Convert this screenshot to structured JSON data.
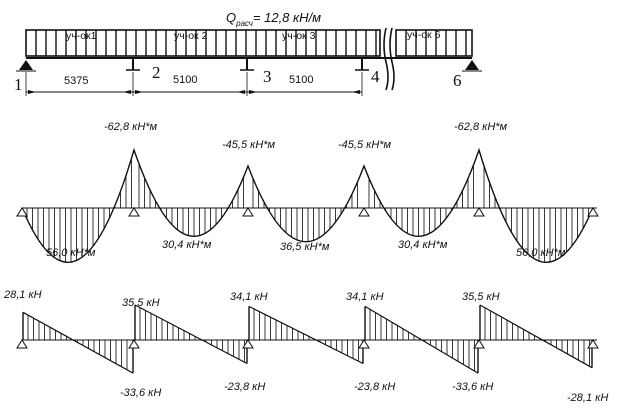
{
  "beam": {
    "load_label": "Q",
    "load_sub": "расч",
    "load_value": "=  12,8 кН/м",
    "segments": [
      "уч-ок1",
      "уч-ок  2",
      "уч-ок 3",
      "уч-ок 6"
    ],
    "supports": [
      "1",
      "2",
      "3",
      "4",
      "6"
    ],
    "spans": [
      "5375",
      "5100",
      "5100"
    ]
  },
  "moment": {
    "support_labels": [
      "-62,8  кН*м",
      "-45,5 кН*м",
      "-45,5 кН*м",
      "-62,8  кН*м"
    ],
    "span_labels": [
      "56,0 кН*м",
      "30,4 кН*м",
      "36,5 кН*м",
      "30,4 кН*м",
      "56,0 кН*м"
    ],
    "support_values": [
      0,
      -62.8,
      -45.5,
      -45.5,
      -62.8,
      0
    ],
    "span_values": [
      56.0,
      30.4,
      36.5,
      30.4,
      56.0
    ]
  },
  "shear": {
    "top_labels": [
      "28,1 кН",
      "35,5 кН",
      "34,1 кН",
      "34,1 кН",
      "35,5 кН"
    ],
    "bottom_labels": [
      "-33,6 кН",
      "-23,8 кН",
      "-23,8 кН",
      "-33,6 кН",
      "-28,1 кН"
    ],
    "left_values": [
      28.1,
      35.5,
      34.1,
      34.1,
      35.5
    ],
    "right_values": [
      -33.6,
      -23.8,
      -23.8,
      -33.6,
      -28.1
    ]
  }
}
